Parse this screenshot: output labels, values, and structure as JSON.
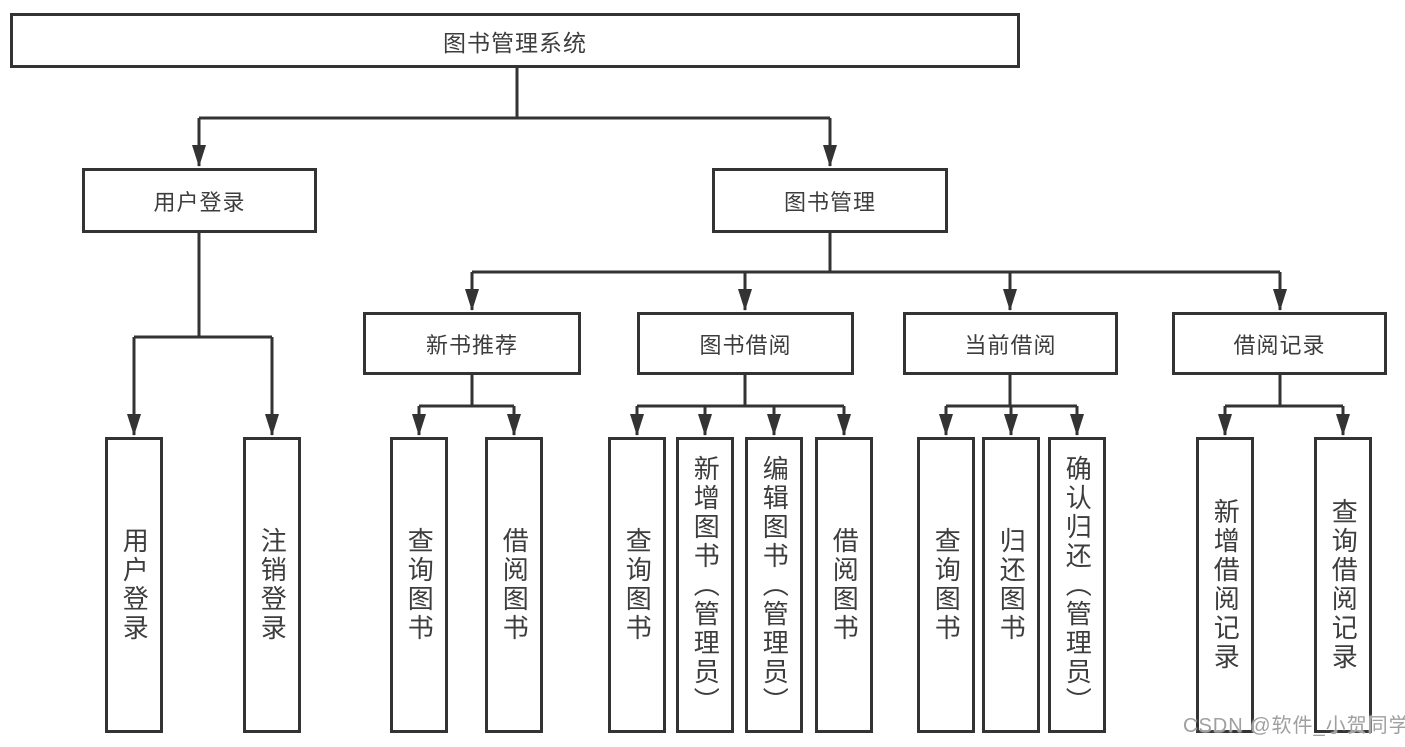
{
  "page": {
    "background": "#ffffff",
    "line_color": "#333333",
    "box_border_color": "#333333",
    "text_color": "#3d3d3d",
    "watermark_color": "#9f9f9f"
  },
  "watermark": "CSDN @软件_小贺同学",
  "tree": {
    "root": {
      "label": "图书管理系统"
    },
    "user_login": {
      "label": "用户登录",
      "children": {
        "login": {
          "label": "用户登录"
        },
        "logout": {
          "label": "注销登录"
        }
      }
    },
    "book_mgmt": {
      "label": "图书管理",
      "children": {
        "new_books": {
          "label": "新书推荐",
          "children": {
            "query_books": {
              "label": "查询图书"
            },
            "borrow_books": {
              "label": "借阅图书"
            }
          }
        },
        "book_borrow": {
          "label": "图书借阅",
          "children": {
            "query_books": {
              "label": "查询图书"
            },
            "add_books": {
              "label": "新增图书（管理员）"
            },
            "edit_books": {
              "label": "编辑图书（管理员）"
            },
            "borrow_books": {
              "label": "借阅图书"
            }
          }
        },
        "current_borrow": {
          "label": "当前借阅",
          "children": {
            "query_books": {
              "label": "查询图书"
            },
            "return_books": {
              "label": "归还图书"
            },
            "confirm_return": {
              "label": "确认归还（管理员）"
            }
          }
        },
        "borrow_records": {
          "label": "借阅记录",
          "children": {
            "add_record": {
              "label": "新增借阅记录"
            },
            "query_record": {
              "label": "查询借阅记录"
            }
          }
        }
      }
    }
  }
}
